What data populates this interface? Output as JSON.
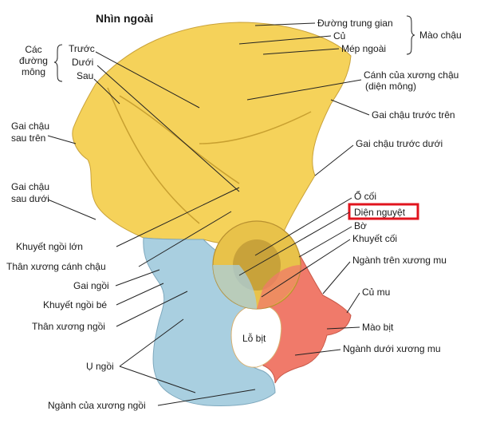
{
  "title": "Nhìn ngoài",
  "colors": {
    "ilium": "#f5d25a",
    "ischium": "#a9cfe0",
    "pubis": "#f07a6a",
    "highlight": "#e0141e"
  },
  "group_left": {
    "label_lines": [
      "Các",
      "đường",
      "mông"
    ],
    "items": [
      "Trước",
      "Dưới",
      "Sau"
    ]
  },
  "group_right": {
    "label": "Mào chậu",
    "items": [
      "Đường trung gian",
      "Củ",
      "Mép ngoài"
    ]
  },
  "left_labels": [
    "Gai chậu sau trên",
    "Gai chậu sau dưới",
    "Khuyết ngồi lớn",
    "Thân xương cánh chậu",
    "Gai ngồi",
    "Khuyết ngồi bé",
    "Thân xương ngồi",
    "Ụ ngồi",
    "Ngành của xương ngồi"
  ],
  "left_label_lines": {
    "psis": [
      "Gai chậu",
      "sau trên"
    ],
    "piis": [
      "Gai chậu",
      "sau dưới"
    ]
  },
  "right_labels": {
    "wing": [
      "Cánh của xương chậu",
      "(diện mông)"
    ],
    "asis": "Gai chậu trước trên",
    "aiis": "Gai chậu trước dưới",
    "acetabulum": "Ổ cối",
    "lunate": "Diện nguyệt",
    "rim": "Bờ",
    "notch": "Khuyết cối",
    "sup_ramus": "Ngành trên xương mu",
    "pubic_tubercle": "Củ mu",
    "pectineal": "Mào bịt",
    "inf_ramus": "Ngành dưới xương mu"
  },
  "foramen": "Lỗ bịt"
}
